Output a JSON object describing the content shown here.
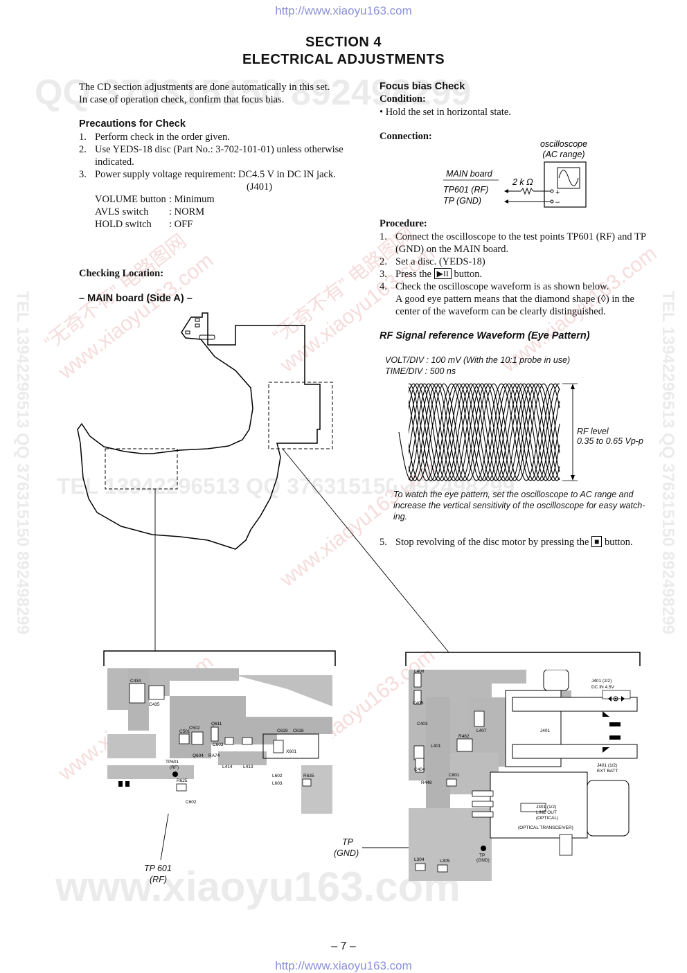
{
  "header": {
    "url_top": "http://www.xiaoyu163.com",
    "section": "SECTION  4",
    "title": "ELECTRICAL  ADJUSTMENTS"
  },
  "intro": {
    "line1": "The CD section adjustments are done automatically in this set.",
    "line2": "In case of operation check, confirm that focus bias."
  },
  "precautions": {
    "heading": "Precautions for Check",
    "items": [
      {
        "num": "1.",
        "text": "Perform check in the order given."
      },
      {
        "num": "2.",
        "text": "Use YEDS-18 disc (Part No.: 3-702-101-01) unless otherwise",
        "cont": "indicated."
      },
      {
        "num": "3.",
        "text": "Power supply voltage requirement: DC4.5 V in DC IN jack.",
        "cont": "(J401)"
      }
    ],
    "settings": [
      {
        "name": "VOLUME button",
        "value": ": Minimum"
      },
      {
        "name": "AVLS switch",
        "value": ": NORM"
      },
      {
        "name": "HOLD switch",
        "value": ": OFF"
      }
    ]
  },
  "checking": {
    "heading": "Checking Location:",
    "board": "– MAIN board (Side A) –"
  },
  "focus": {
    "heading": "Focus bias Check",
    "condition_label": "Condition:",
    "condition": "• Hold the set in horizontal state.",
    "connection_label": "Connection:",
    "scope_l1": "oscilloscope",
    "scope_l2": "(AC range)",
    "main_board": "MAIN board",
    "tp601": "TP601 (RF)",
    "tpgnd": "TP (GND)",
    "resistor": "2 k Ω",
    "plus": "+",
    "minus": "–"
  },
  "procedure": {
    "label": "Procedure:",
    "steps": [
      {
        "num": "1.",
        "lines": [
          "Connect the oscilloscope to the test points TP601 (RF) and TP",
          "(GND) on the MAIN board."
        ]
      },
      {
        "num": "2.",
        "lines": [
          "Set a disc. (YEDS-18)"
        ]
      },
      {
        "num": "3.",
        "pre": "Press the",
        "key": "▶II",
        "post": "button."
      },
      {
        "num": "4.",
        "lines": [
          "Check the oscilloscope waveform is as shown below.",
          "A good eye pattern means that the diamond shape (◊) in the",
          "center of the waveform can be clearly distinguished."
        ]
      }
    ],
    "step5": {
      "num": "5.",
      "pre": "Stop revolving of the disc motor by pressing the",
      "key": "■",
      "post": "button."
    }
  },
  "waveform": {
    "heading": "RF Signal reference Waveform (Eye Pattern)",
    "volt": "VOLT/DIV : 100 mV (With the 10:1 probe in use)",
    "time": "TIME/DIV : 500 ns",
    "level_l1": "RF level",
    "level_l2": "0.35 to 0.65 Vp-p",
    "note1": "To watch the eye pattern, set the oscilloscope to AC range and",
    "note2": "increase the vertical sensitivity of the oscilloscope for easy watch-",
    "note3": "ing."
  },
  "pcb_left": {
    "labels": [
      "C434",
      "C435",
      "C502",
      "Q611",
      "C501",
      "C603",
      "C619",
      "C618",
      "Q604",
      "RA74",
      "X601",
      "L414",
      "L413",
      "L602",
      "R635",
      "L603",
      "TP601",
      "(RF)",
      "R625",
      "C602"
    ]
  },
  "pcb_right": {
    "labels": [
      "L408",
      "C405",
      "L407",
      "C403",
      "J401",
      "R462",
      "L401",
      "C404",
      "C801",
      "R448",
      "L304",
      "L305",
      "TP",
      "(GND)"
    ],
    "j401_top": "J401 (2/2)",
    "dcin": "DC  IN  4.5V",
    "j401_bot": "J401 (1/2)",
    "extbatt": "EXT BATT",
    "j301_1": "J301 (1/2)",
    "j301_2": "LINE OUT",
    "j301_3": "(OPTICAL)",
    "j301_4": "(OPTICAL TRANSCEIVER)"
  },
  "callouts": {
    "tp_gnd_1": "TP",
    "tp_gnd_2": "(GND)",
    "tp601_1": "TP 601",
    "tp601_2": "(RF)"
  },
  "footer": {
    "page": "– 7 –",
    "url_bottom": "http://www.xiaoyu163.com"
  },
  "watermarks": {
    "qq_top": "QQ 376315150   892498299",
    "tel_mid": "TEL 13942296513    QQ 376315150   892498299",
    "www_bottom": "www.xiaoyu163.com",
    "side_right": "TEL 13942296513   QQ 376315150   892498299",
    "side_left": "TEL 13942296513   QQ 376315150   892498299",
    "diag_site": "www.xiaoyu163.com",
    "diag_cn": "“无奇不有” 电路图网"
  }
}
